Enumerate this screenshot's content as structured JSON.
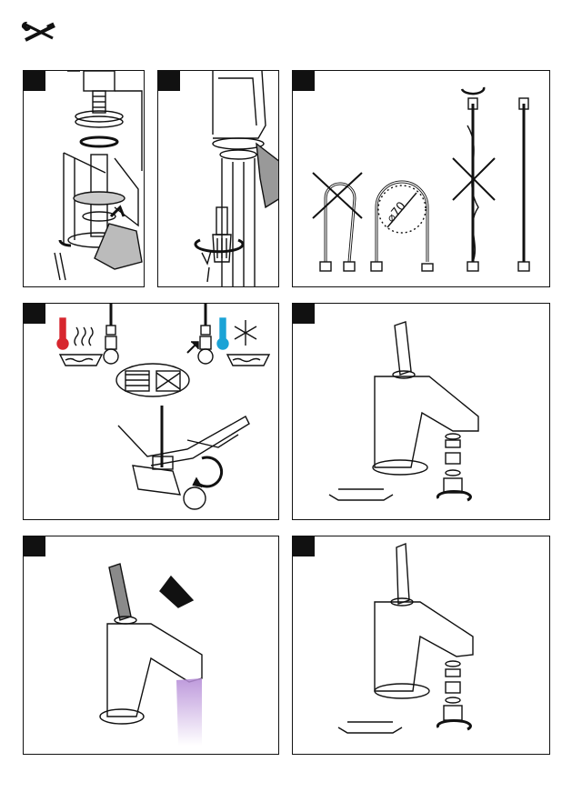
{
  "header": {
    "icon": "tools-icon"
  },
  "panels": [
    {
      "id": "step-1",
      "content": "disassemble-thread-tighten"
    },
    {
      "id": "step-2",
      "content": "tighten-nut-with-tool"
    },
    {
      "id": "step-3",
      "content": "hose-routing"
    },
    {
      "id": "step-4",
      "content": "connect-hot-cold"
    },
    {
      "id": "step-5",
      "content": "aerator-assembly"
    },
    {
      "id": "step-6",
      "content": "lever-operation-flow"
    },
    {
      "id": "step-7",
      "content": "aerator-assembly-final"
    }
  ],
  "step3": {
    "dimension_label": "70",
    "dimension_symbol": "⌀"
  },
  "colors": {
    "hot": "#d7262e",
    "cold": "#1ba3d6",
    "flow": "#b78fd8",
    "stroke": "#111111"
  }
}
